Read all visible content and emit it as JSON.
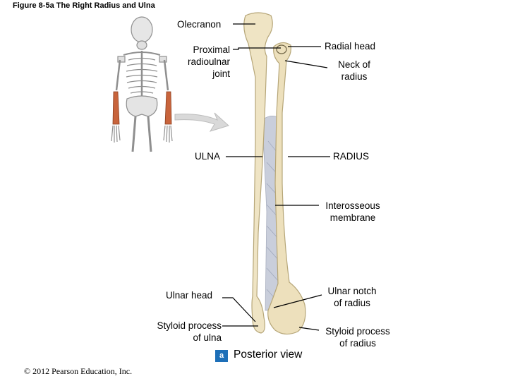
{
  "figure": {
    "title": "Figure 8-5a The Right Radius and Ulna",
    "copyright": "© 2012 Pearson Education, Inc.",
    "view_badge": "a",
    "view_label": "Posterior view"
  },
  "labels": {
    "olecranon": "Olecranon",
    "proximal_1": "Proximal",
    "proximal_2": "radioulnar",
    "proximal_3": "joint",
    "radial_head": "Radial head",
    "neck_1": "Neck of",
    "neck_2": "radius",
    "ulna": "ULNA",
    "radius": "RADIUS",
    "interosseous_1": "Interosseous",
    "interosseous_2": "membrane",
    "ulnar_head": "Ulnar head",
    "ulnar_notch_1": "Ulnar notch",
    "ulnar_notch_2": "of radius",
    "styloid_ulna_1": "Styloid process",
    "styloid_ulna_2": "of ulna",
    "styloid_radius_1": "Styloid process",
    "styloid_radius_2": "of radius"
  },
  "colors": {
    "bone": "#efe4c4",
    "bone_shade": "#d8c79c",
    "membrane": "#c9cedb",
    "skeleton": "#9a9a9a",
    "highlight": "#c8643c",
    "badge": "#1d6fb8"
  }
}
